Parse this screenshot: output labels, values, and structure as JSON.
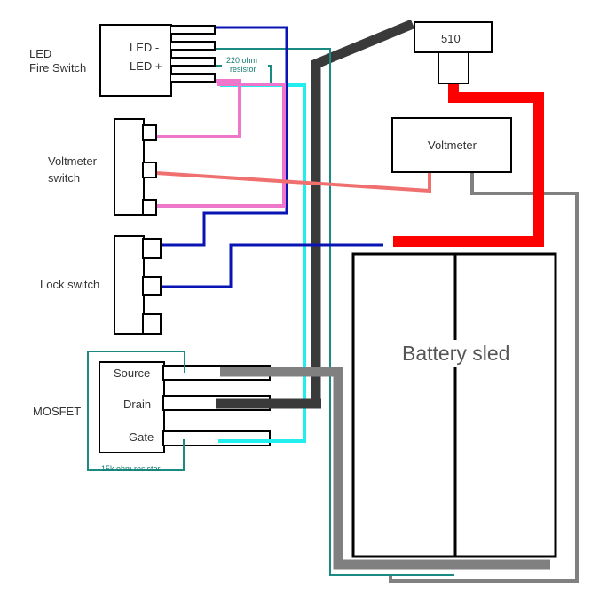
{
  "labels": {
    "led_fire_switch_line1": "LED",
    "led_fire_switch_line2": "Fire Switch",
    "led_minus": "LED -",
    "led_plus": "LED +",
    "resistor_220_line1": "220 ohm",
    "resistor_220_line2": "resistor",
    "voltmeter_switch_line1": "Voltmeter",
    "voltmeter_switch_line2": "switch",
    "lock_switch": "Lock switch",
    "mosfet": "MOSFET",
    "source": "Source",
    "drain": "Drain",
    "gate": "Gate",
    "resistor_15k": "15k ohm resistor",
    "connector_510": "510",
    "voltmeter": "Voltmeter",
    "battery_sled": "Battery sled"
  },
  "wire_colors": {
    "positive_red": "#ff0000",
    "negative_black": "#3a3a3a",
    "ground_gray": "#808080",
    "voltmeter_sense": "#f07070",
    "led_pink": "#ee77cc",
    "lock_blue": "#0a14b4",
    "gate_cyan": "#22eeee",
    "resistor_teal": "#1a8a82"
  }
}
